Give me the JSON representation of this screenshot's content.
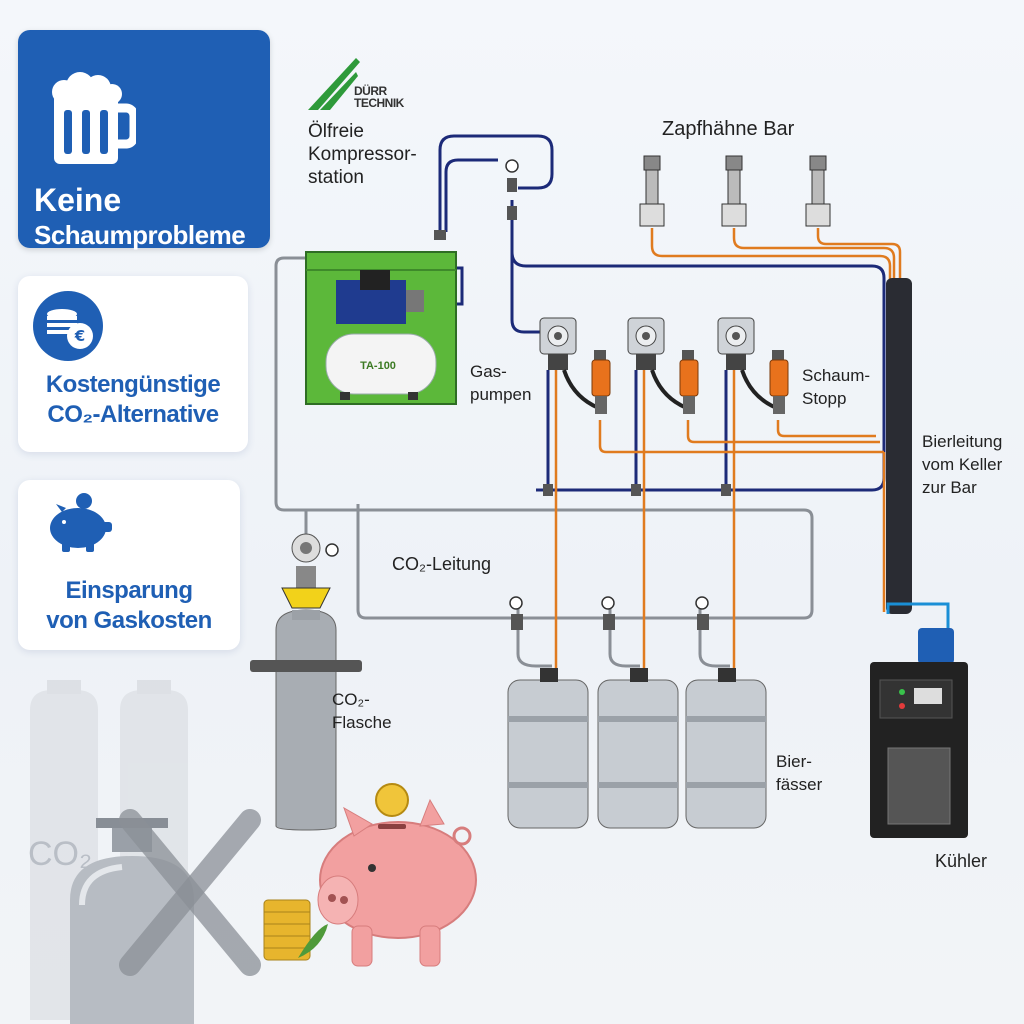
{
  "cards": {
    "main": {
      "line1": "Keine",
      "line2": "Schaumprobleme"
    },
    "cost": {
      "line1": "Kostengünstige",
      "line2": "CO₂-Alternative"
    },
    "savings": {
      "line1": "Einsparung",
      "line2": "von Gaskosten"
    }
  },
  "logo": {
    "line1": "DÜRR",
    "line2": "TECHNIK"
  },
  "labels": {
    "compressor": [
      "Ölfreie",
      "Kompressor-",
      "station"
    ],
    "compressor_tag": "TA-100",
    "taps": "Zapfhähne Bar",
    "gas_pumps": [
      "Gas-",
      "pumpen"
    ],
    "foam_stop": [
      "Schaum-",
      "Stopp"
    ],
    "beer_line": [
      "Bierleitung",
      "vom Keller",
      "zur Bar"
    ],
    "co2_line": "CO₂-Leitung",
    "co2_bottle": [
      "CO₂-",
      "Flasche"
    ],
    "kegs": [
      "Bier-",
      "fässer"
    ],
    "cooler": "Kühler",
    "bottle_mark": "CO₂"
  },
  "colors": {
    "brand_blue": "#1f5fb4",
    "gas_line": "#1c2a78",
    "beer_line": "#e07b1f",
    "co2_line": "#8a8f96",
    "compressor_green": "#5cb83a",
    "logo_green": "#2e9a3a",
    "foam_stop_orange": "#e8721c",
    "piggy_pink": "#f2a0a0"
  },
  "icons": [
    "beer-mug-icon",
    "coins-euro-icon",
    "piggy-bank-icon",
    "cross-out-icon"
  ]
}
